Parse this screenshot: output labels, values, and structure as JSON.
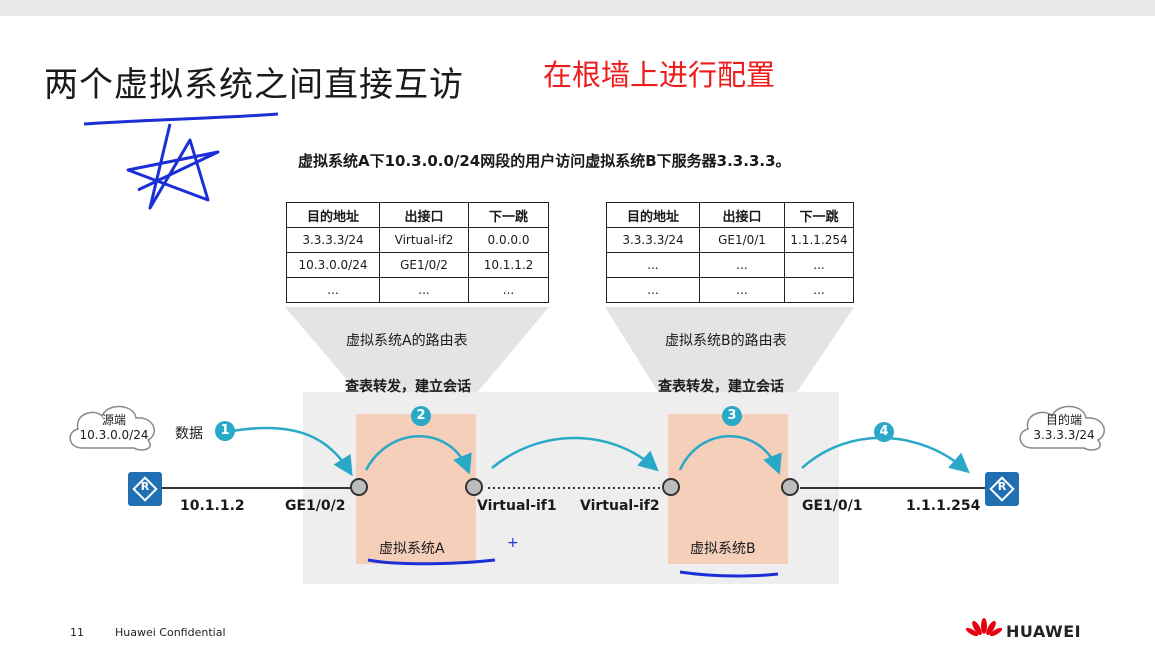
{
  "title": "两个虚拟系统之间直接互访",
  "note": "在根墙上进行配置",
  "description": "虚拟系统A下10.3.0.0/24网段的用户访问虚拟系统B下服务器3.3.3.3。",
  "table_a": {
    "headers": [
      "目的地址",
      "出接口",
      "下一跳"
    ],
    "rows": [
      [
        "3.3.3.3/24",
        "Virtual-if2",
        "0.0.0.0"
      ],
      [
        "10.3.0.0/24",
        "GE1/0/2",
        "10.1.1.2"
      ],
      [
        "...",
        "...",
        "..."
      ]
    ],
    "caption": "虚拟系统A的路由表"
  },
  "table_b": {
    "headers": [
      "目的地址",
      "出接口",
      "下一跳"
    ],
    "rows": [
      [
        "3.3.3.3/24",
        "GE1/0/1",
        "1.1.1.254"
      ],
      [
        "...",
        "...",
        "..."
      ],
      [
        "...",
        "...",
        "..."
      ]
    ],
    "caption": "虚拟系统B的路由表"
  },
  "lookup_a": "查表转发，建立会话",
  "lookup_b": "查表转发，建立会话",
  "source_cloud": {
    "line1": "源端",
    "line2": "10.3.0.0/24"
  },
  "dest_cloud": {
    "line1": "目的端",
    "line2": "3.3.3.3/24"
  },
  "data_label": "数据",
  "steps": [
    "1",
    "2",
    "3",
    "4"
  ],
  "labels": {
    "left_ip": "10.1.1.2",
    "ge102": "GE1/0/2",
    "vif1": "Virtual-if1",
    "vif2": "Virtual-if2",
    "ge101": "GE1/0/1",
    "right_ip": "1.1.1.254"
  },
  "vsys_a": "虚拟系统A",
  "vsys_b": "虚拟系统B",
  "router_glyph": "R",
  "plus": "+",
  "footer": {
    "page": "11",
    "confidential": "Huawei Confidential"
  },
  "brand": "HUAWEI",
  "colors": {
    "note": "#ee1c1c",
    "accent": "#29a8c8",
    "router": "#1f6fb2",
    "vsys": "#f6c9b0",
    "ink": "#1a2fd6",
    "brand": "#e60012"
  }
}
